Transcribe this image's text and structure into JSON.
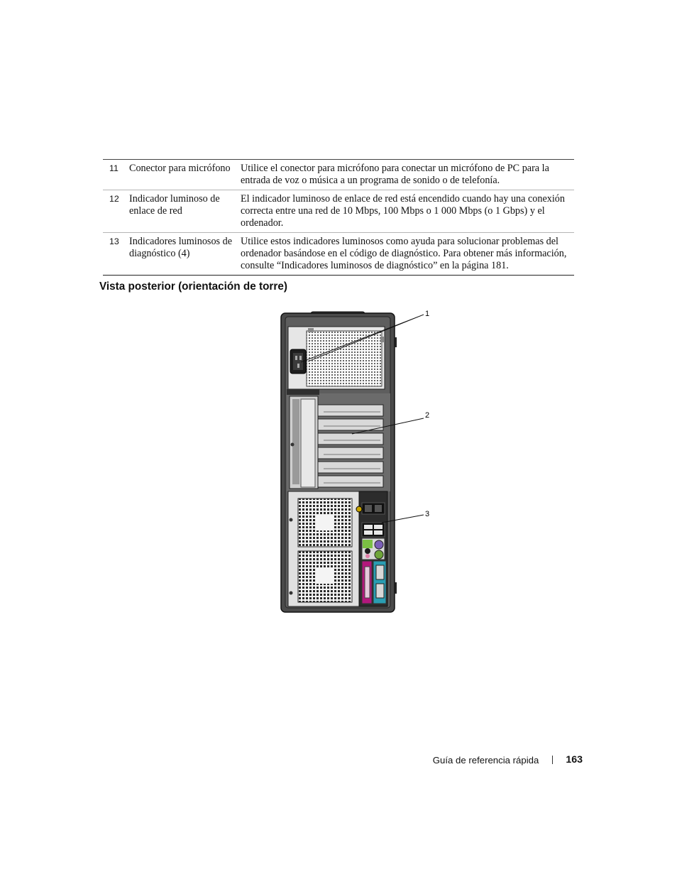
{
  "table": {
    "rows": [
      {
        "num": "11",
        "name": "Conector para micrófono",
        "desc": "Utilice el conector para micrófono para conectar un micrófono de PC para la entrada de voz o música a un programa de sonido o de telefonía."
      },
      {
        "num": "12",
        "name": "Indicador luminoso de enlace de red",
        "desc": "El indicador luminoso de enlace de red está encendido cuando hay una conexión correcta entre una red de 10 Mbps, 100 Mbps o 1 000 Mbps (o 1 Gbps) y el ordenador."
      },
      {
        "num": "13",
        "name": "Indicadores luminosos de diagnóstico (4)",
        "desc": "Utilice estos indicadores luminosos como ayuda para solucionar problemas del ordenador basándose en el código de diagnóstico. Para obtener más información, consulte “Indicadores luminosos de diagnóstico” en la página 181."
      }
    ]
  },
  "section": {
    "title": "Vista posterior (orientación de torre)"
  },
  "figure": {
    "callouts": [
      "1",
      "2",
      "3"
    ]
  },
  "footer": {
    "guide": "Guía de referencia rápida",
    "page": "163"
  }
}
